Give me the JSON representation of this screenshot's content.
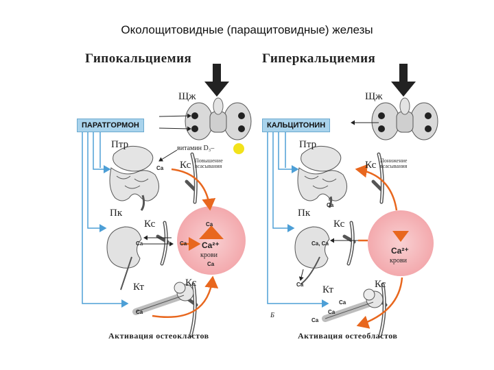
{
  "slide": {
    "title": "Околощитовидные (паращитовидные) железы"
  },
  "left": {
    "heading": "Гипокальциемия",
    "gland_label": "Щж",
    "hormone": "ПАРАТГОРМОН",
    "gut_label": "Птр",
    "vitamin_label": "витамин D₃–",
    "vessel_gut_label": "Кс",
    "absorption_note": "Повышение всасывания",
    "kidney_label": "Пк",
    "vessel_kidney_label": "Кс",
    "bone_label": "Кт",
    "vessel_bone_label": "Кс",
    "ca_gut": "Ca",
    "ca_kidney_in": "Ca",
    "ca_kidney_out": "Ca",
    "ca_bone": "Ca",
    "blood_ca_top": "Ca",
    "blood_ca": "Ca²⁺",
    "blood_word": "крови",
    "blood_ca_bottom": "Ca",
    "activation": "Активация  остеокластов"
  },
  "right": {
    "heading": "Гиперкальциемия",
    "gland_label": "Щж",
    "hormone": "КАЛЬЦИТОНИН",
    "gut_label": "Птр",
    "vessel_gut_label": "Кс",
    "absorption_note": "Понижение всасывания",
    "gut_ca_out": "Ca",
    "kidney_label": "Пк",
    "vessel_kidney_label": "Кс",
    "kidney_ca": "Ca, Ca",
    "kidney_ca_out": "Ca",
    "blood_ca": "Ca²⁺",
    "blood_word": "крови",
    "bone_label": "Кт",
    "vessel_bone_label": "Кс",
    "bone_ca_1": "Ca",
    "bone_ca_2": "Ca",
    "bone_ca_3": "Ca",
    "panel_letter": "Б",
    "activation": "Активация  остеобластов"
  },
  "colors": {
    "hormone_box": "#a9d3ec",
    "blood_pool": "#f6b3b6",
    "orange_arrow": "#e8671e",
    "blue_line": "#4d9fd6",
    "vitamin_dot": "#f2e21b",
    "gland_fill": "#d9d9d9"
  }
}
